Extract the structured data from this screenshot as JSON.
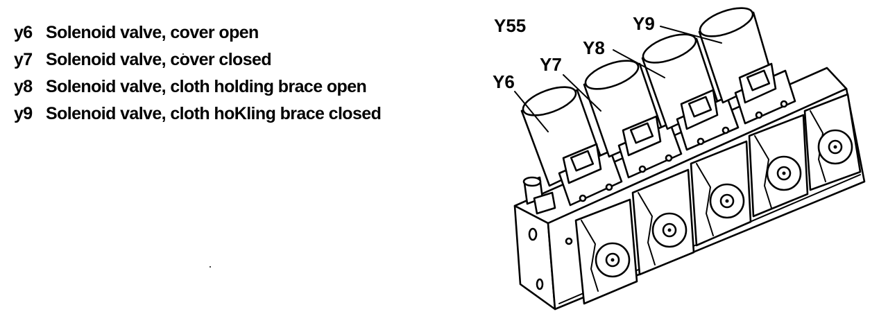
{
  "legend": [
    {
      "code": "y6",
      "description": "Solenoid valve, cover open"
    },
    {
      "code": "y7",
      "description": "Solenoid valve, cover closed"
    },
    {
      "code": "y8",
      "description": "Solenoid valve, cloth holding brace open"
    },
    {
      "code": "y9",
      "description": "Solenoid valve, cloth hoKling brace closed"
    }
  ],
  "callouts": {
    "y55": "Y55",
    "y9": "Y9",
    "y8": "Y8",
    "y7": "Y7",
    "y6": "Y6"
  },
  "colors": {
    "ink": "#000000",
    "paper": "#ffffff"
  }
}
